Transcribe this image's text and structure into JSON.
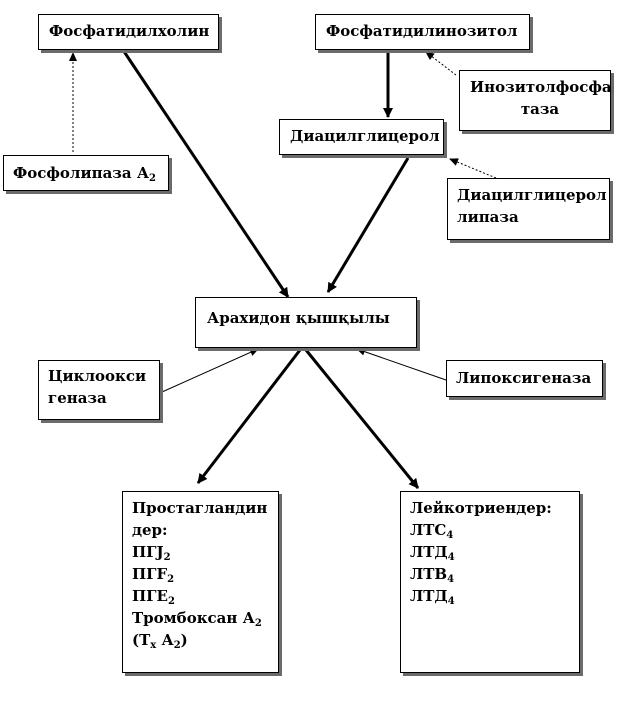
{
  "nodes": {
    "phosphatidylcholine": "Фосфатидилхолин",
    "phosphatidylinositol": "Фосфатидилинозитол",
    "inositol_phosphatase": [
      "Инозитолфосфа",
      "таза"
    ],
    "diacylglycerol": "Диацилглицерол",
    "phospholipase": {
      "text": "Фосфолипаза А",
      "sub": "2"
    },
    "diacylglycerol_lipase": [
      "Диацилглицерол",
      "липаза"
    ],
    "arachidonic_acid": "Арахидон қышқылы",
    "cyclooxygenase": [
      "Циклоокси",
      "геназа"
    ],
    "lipoxygenase": "Липоксигеназа",
    "prostaglandins": {
      "title": [
        "Простагландин",
        "дер:"
      ],
      "items": [
        {
          "text": "ПГJ",
          "sub": "2"
        },
        {
          "text": "ПГF",
          "sub": "2"
        },
        {
          "text": "ПГЕ",
          "sub": "2"
        },
        {
          "text": "Тромбоксан А",
          "sub": "2"
        },
        {
          "pre": "(Т",
          "sub1": "х",
          "mid": " А",
          "sub2": "2",
          "post": ")"
        }
      ]
    },
    "leukotrienes": {
      "title": "Лейкотриендер:",
      "items": [
        {
          "text": "ЛТС",
          "sub": "4"
        },
        {
          "text": "ЛТД",
          "sub": "4"
        },
        {
          "text": "ЛТВ",
          "sub": "4"
        },
        {
          "text": "ЛТД",
          "sub": "4"
        }
      ]
    }
  }
}
